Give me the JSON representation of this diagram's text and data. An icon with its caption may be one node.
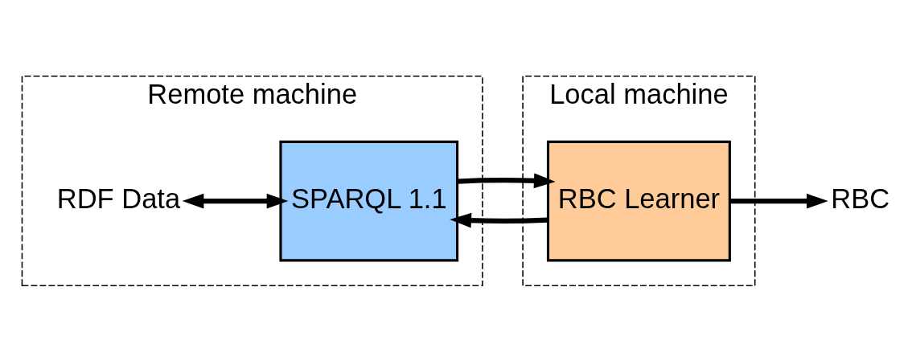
{
  "diagram": {
    "nodes": [
      {
        "text": [
          "Remote machine"
        ]
      },
      {
        "text": [
          "RDF Data"
        ],
        "in": 0
      },
      {
        "text": [
          "SPARQL 1.1"
        ],
        "in": 0
      },
      {
        "text": [
          "Local machine"
        ]
      },
      {
        "text": [
          "RBC Learner"
        ],
        "in": 3
      },
      {
        "text": [
          "RBC"
        ]
      }
    ],
    "edges": [
      {
        "from": 1,
        "to": 2,
        "arrow": "both"
      },
      {
        "from": 4,
        "to": 2,
        "arrow": "to"
      },
      {
        "from": 2,
        "to": 4,
        "arrow": "to"
      },
      {
        "from": 4,
        "to": 5,
        "arrow": "to"
      }
    ]
  }
}
